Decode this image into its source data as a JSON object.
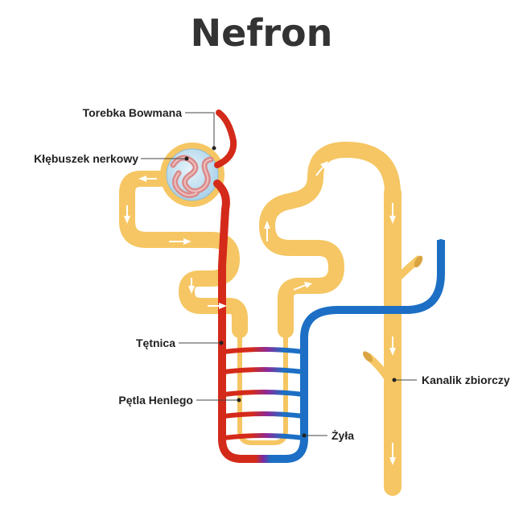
{
  "title": "Nefron",
  "labels": {
    "bowman": "Torebka Bowmana",
    "glomerulus": "Kłębuszek nerkowy",
    "artery": "Tętnica",
    "henle": "Pętla Henlego",
    "vein": "Żyła",
    "collecting_duct": "Kanalik zbiorczy"
  },
  "colors": {
    "tubule": "#f5c663",
    "artery": "#d42a1a",
    "vein": "#1c6fc4",
    "glomerulus": "#cfe6f3",
    "capillary": "#d98a8a"
  }
}
